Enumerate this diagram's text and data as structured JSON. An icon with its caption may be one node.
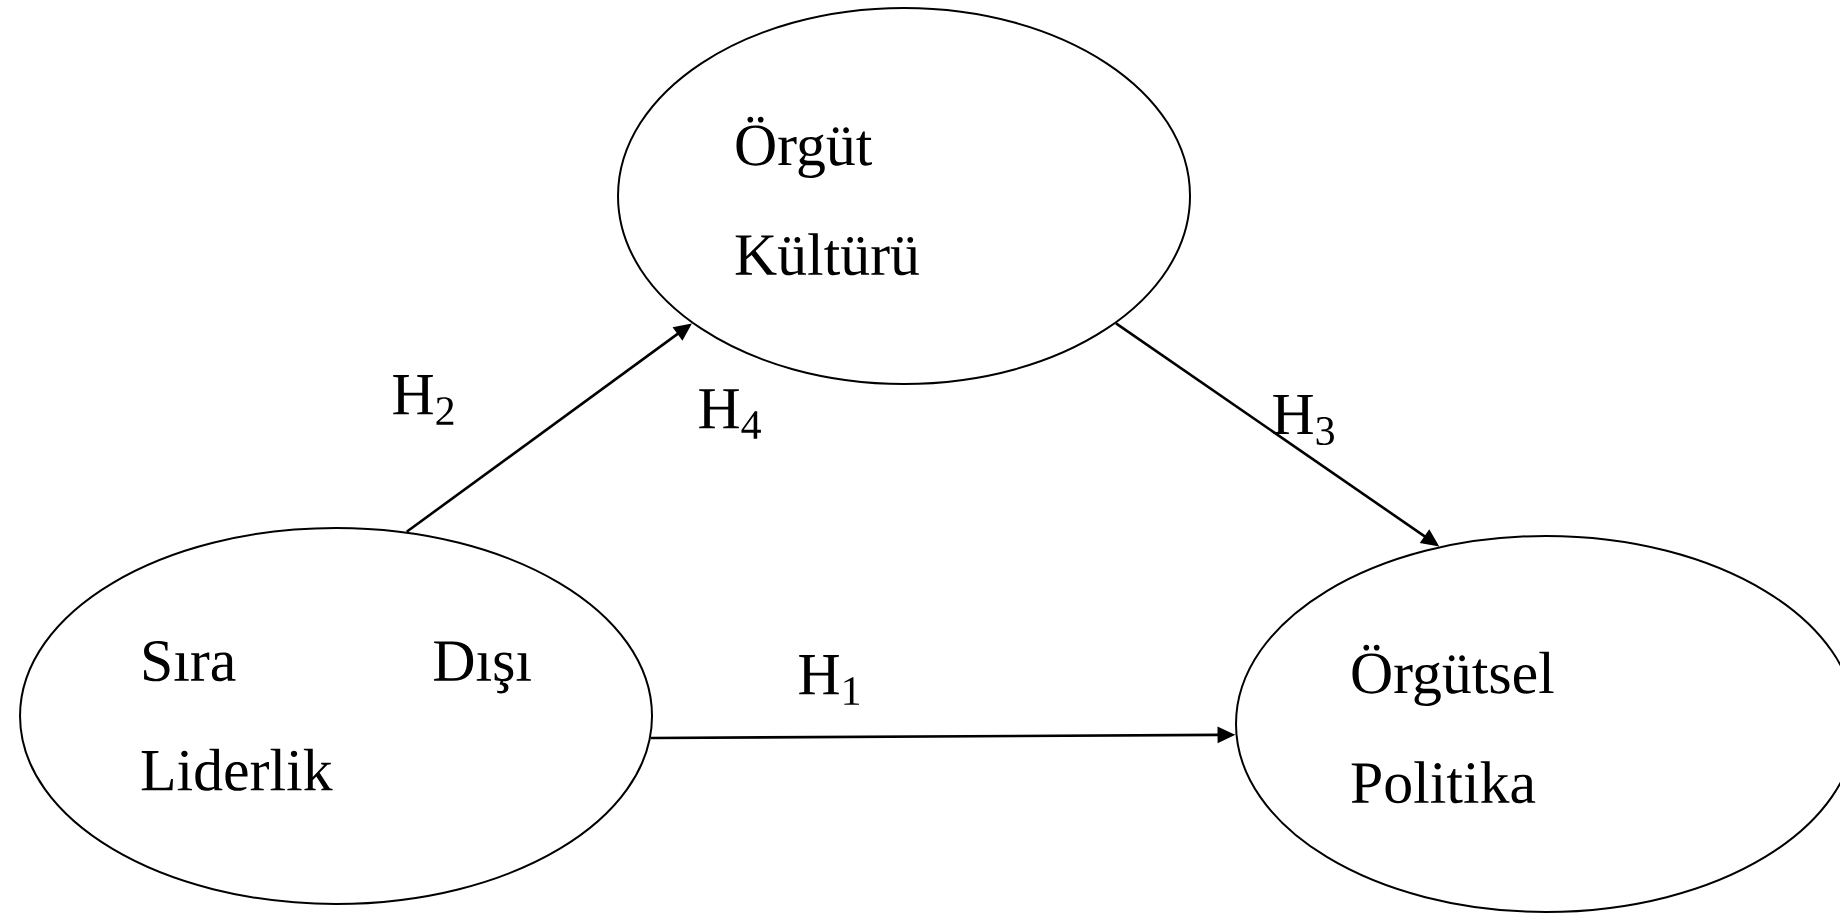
{
  "diagram": {
    "nodes": [
      {
        "text": [
          "Örgüt Kültürü"
        ]
      },
      {
        "text": [
          "Sıra Dışı Liderlik"
        ]
      },
      {
        "text": [
          "Örgütsel Politika"
        ]
      }
    ],
    "edges": [
      {
        "from": 1,
        "to": 0,
        "arrow": "to",
        "label": "H$_{2}$"
      },
      {
        "from": 0,
        "to": 2,
        "arrow": "to",
        "label": "H$_{3}$"
      },
      {
        "from": 1,
        "to": 2,
        "arrow": "to",
        "label": "H$_{1}$"
      }
    ],
    "labels": [
      "H$_{4}$"
    ]
  }
}
